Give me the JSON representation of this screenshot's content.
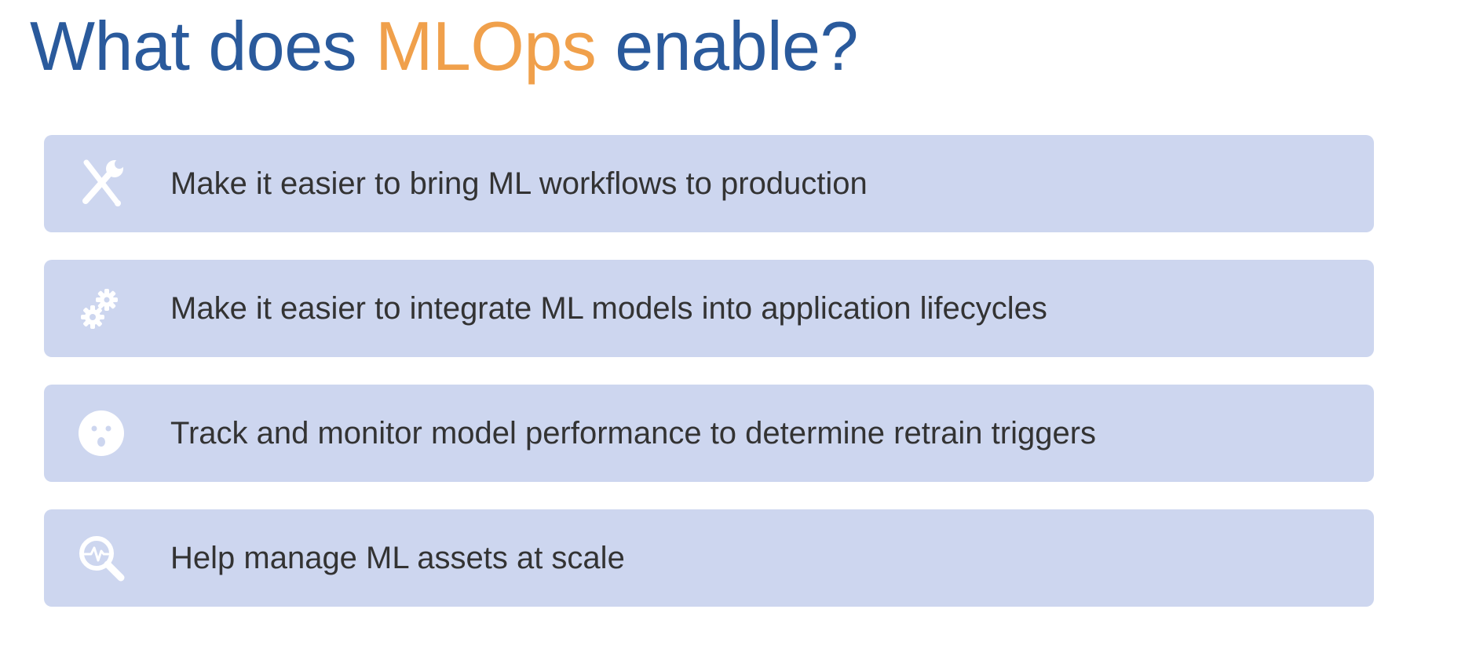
{
  "title": {
    "prefix": "What does ",
    "highlight": "MLOps",
    "suffix": " enable?"
  },
  "colors": {
    "title": "#2a5a9c",
    "accent": "#f0a04b",
    "card_background": "#cdd6ef",
    "text": "#333333",
    "icon": "#ffffff"
  },
  "items": [
    {
      "label": "Make it easier to bring ML workflows to production",
      "icon": "tools-icon"
    },
    {
      "label": "Make it easier to integrate ML models into application lifecycles",
      "icon": "gears-icon"
    },
    {
      "label": "Track and monitor model performance to determine retrain triggers",
      "icon": "surprised-face-icon"
    },
    {
      "label": "Help manage ML assets at scale",
      "icon": "search-pulse-icon"
    }
  ]
}
